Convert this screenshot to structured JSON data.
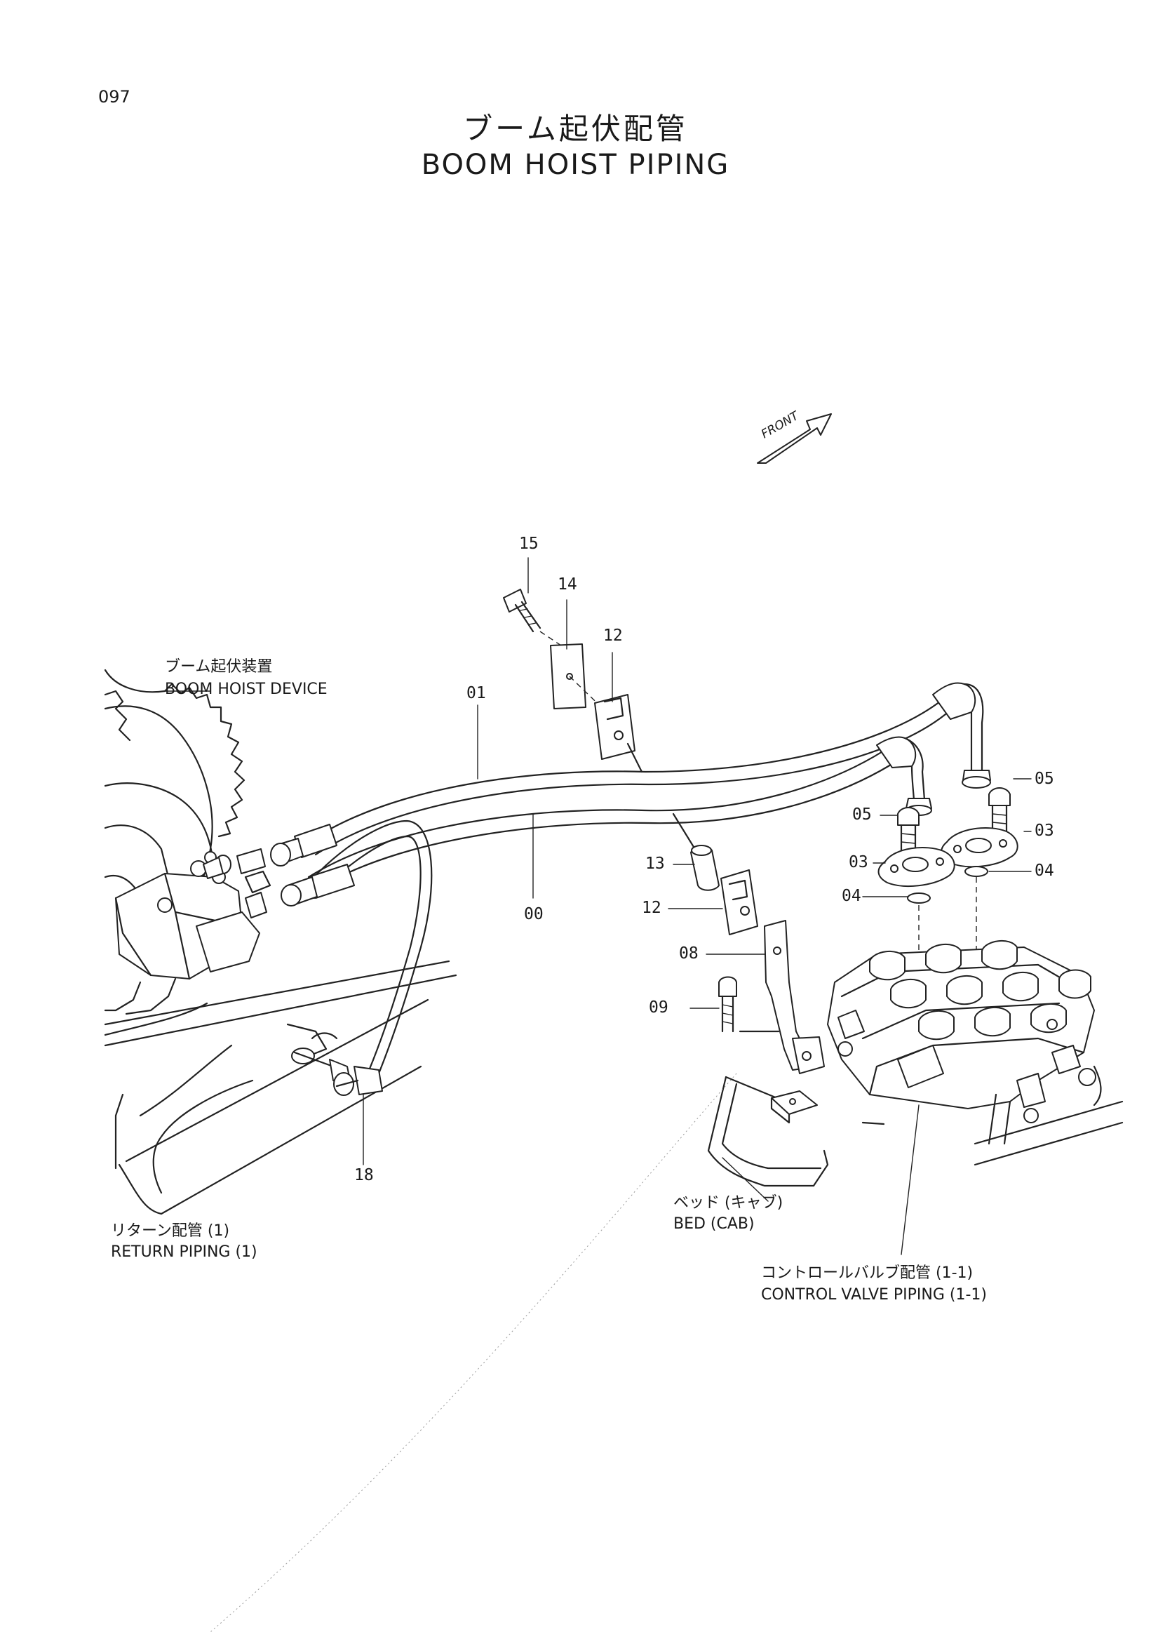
{
  "header": {
    "page_number": "097",
    "title_jp": "ブーム起伏配管",
    "title_en": "BOOM HOIST PIPING"
  },
  "front_indicator": "FRONT",
  "callouts": {
    "boom_hoist_device_jp": "ブーム起伏装置",
    "boom_hoist_device_en": "BOOM HOIST DEVICE",
    "return_piping_jp": "リターン配管 (1)",
    "return_piping_en": "RETURN PIPING (1)",
    "bed_cab_jp": "ベッド (キャブ)",
    "bed_cab_en": "BED (CAB)",
    "control_valve_piping_jp": "コントロールバルブ配管 (1-1)",
    "control_valve_piping_en": "CONTROL VALVE PIPING (1-1)"
  },
  "part_numbers": {
    "p15": "15",
    "p14": "14",
    "p12_top": "12",
    "p01": "01",
    "p00": "00",
    "p13": "13",
    "p12_bottom": "12",
    "p08": "08",
    "p09": "09",
    "p18": "18",
    "p05_right": "05",
    "p05_left": "05",
    "p03_right": "03",
    "p03_left": "03",
    "p04_right": "04",
    "p04_left": "04"
  }
}
